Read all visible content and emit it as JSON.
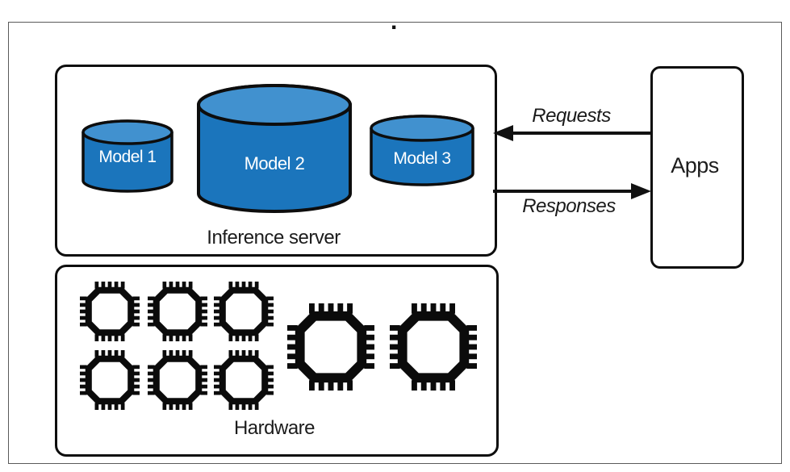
{
  "diagram": {
    "dot": ".",
    "inference_server": {
      "label": "Inference server",
      "models": [
        {
          "label": "Model 1",
          "size": "small"
        },
        {
          "label": "Model 2",
          "size": "large"
        },
        {
          "label": "Model 3",
          "size": "medium"
        }
      ]
    },
    "hardware": {
      "label": "Hardware",
      "small_chip_count": 6,
      "large_chip_count": 2
    },
    "apps": {
      "label": "Apps"
    },
    "arrows": {
      "requests": {
        "label": "Requests",
        "direction": "apps-to-inference-server"
      },
      "responses": {
        "label": "Responses",
        "direction": "inference-server-to-apps"
      }
    },
    "colors": {
      "cylinder_body": "#1b75bc",
      "cylinder_top": "#4191cf",
      "outline": "#0d0d0d",
      "chip": "#0b0b0b"
    }
  }
}
